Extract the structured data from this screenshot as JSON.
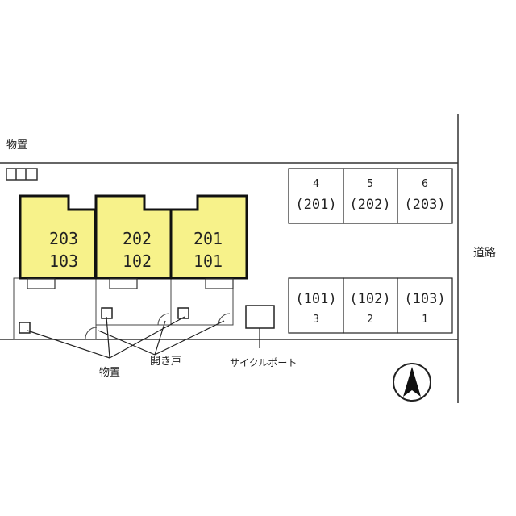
{
  "labels": {
    "storage_top": "物置",
    "storage_bottom": "物置",
    "gate": "開き戸",
    "bicycle_port": "サイクルポート",
    "road": "道路"
  },
  "units": [
    {
      "upper": "203",
      "lower": "103"
    },
    {
      "upper": "202",
      "lower": "102"
    },
    {
      "upper": "201",
      "lower": "101"
    }
  ],
  "parking_top": [
    {
      "num": "4",
      "room": "(201)"
    },
    {
      "num": "5",
      "room": "(202)"
    },
    {
      "num": "6",
      "room": "(203)"
    }
  ],
  "parking_bottom": [
    {
      "room": "(101)",
      "num": "3"
    },
    {
      "room": "(102)",
      "num": "2"
    },
    {
      "room": "(103)",
      "num": "1"
    }
  ],
  "colors": {
    "building_fill": "#f7f28a",
    "line": "#222222"
  },
  "icons": {
    "north": "north-arrow-icon"
  }
}
